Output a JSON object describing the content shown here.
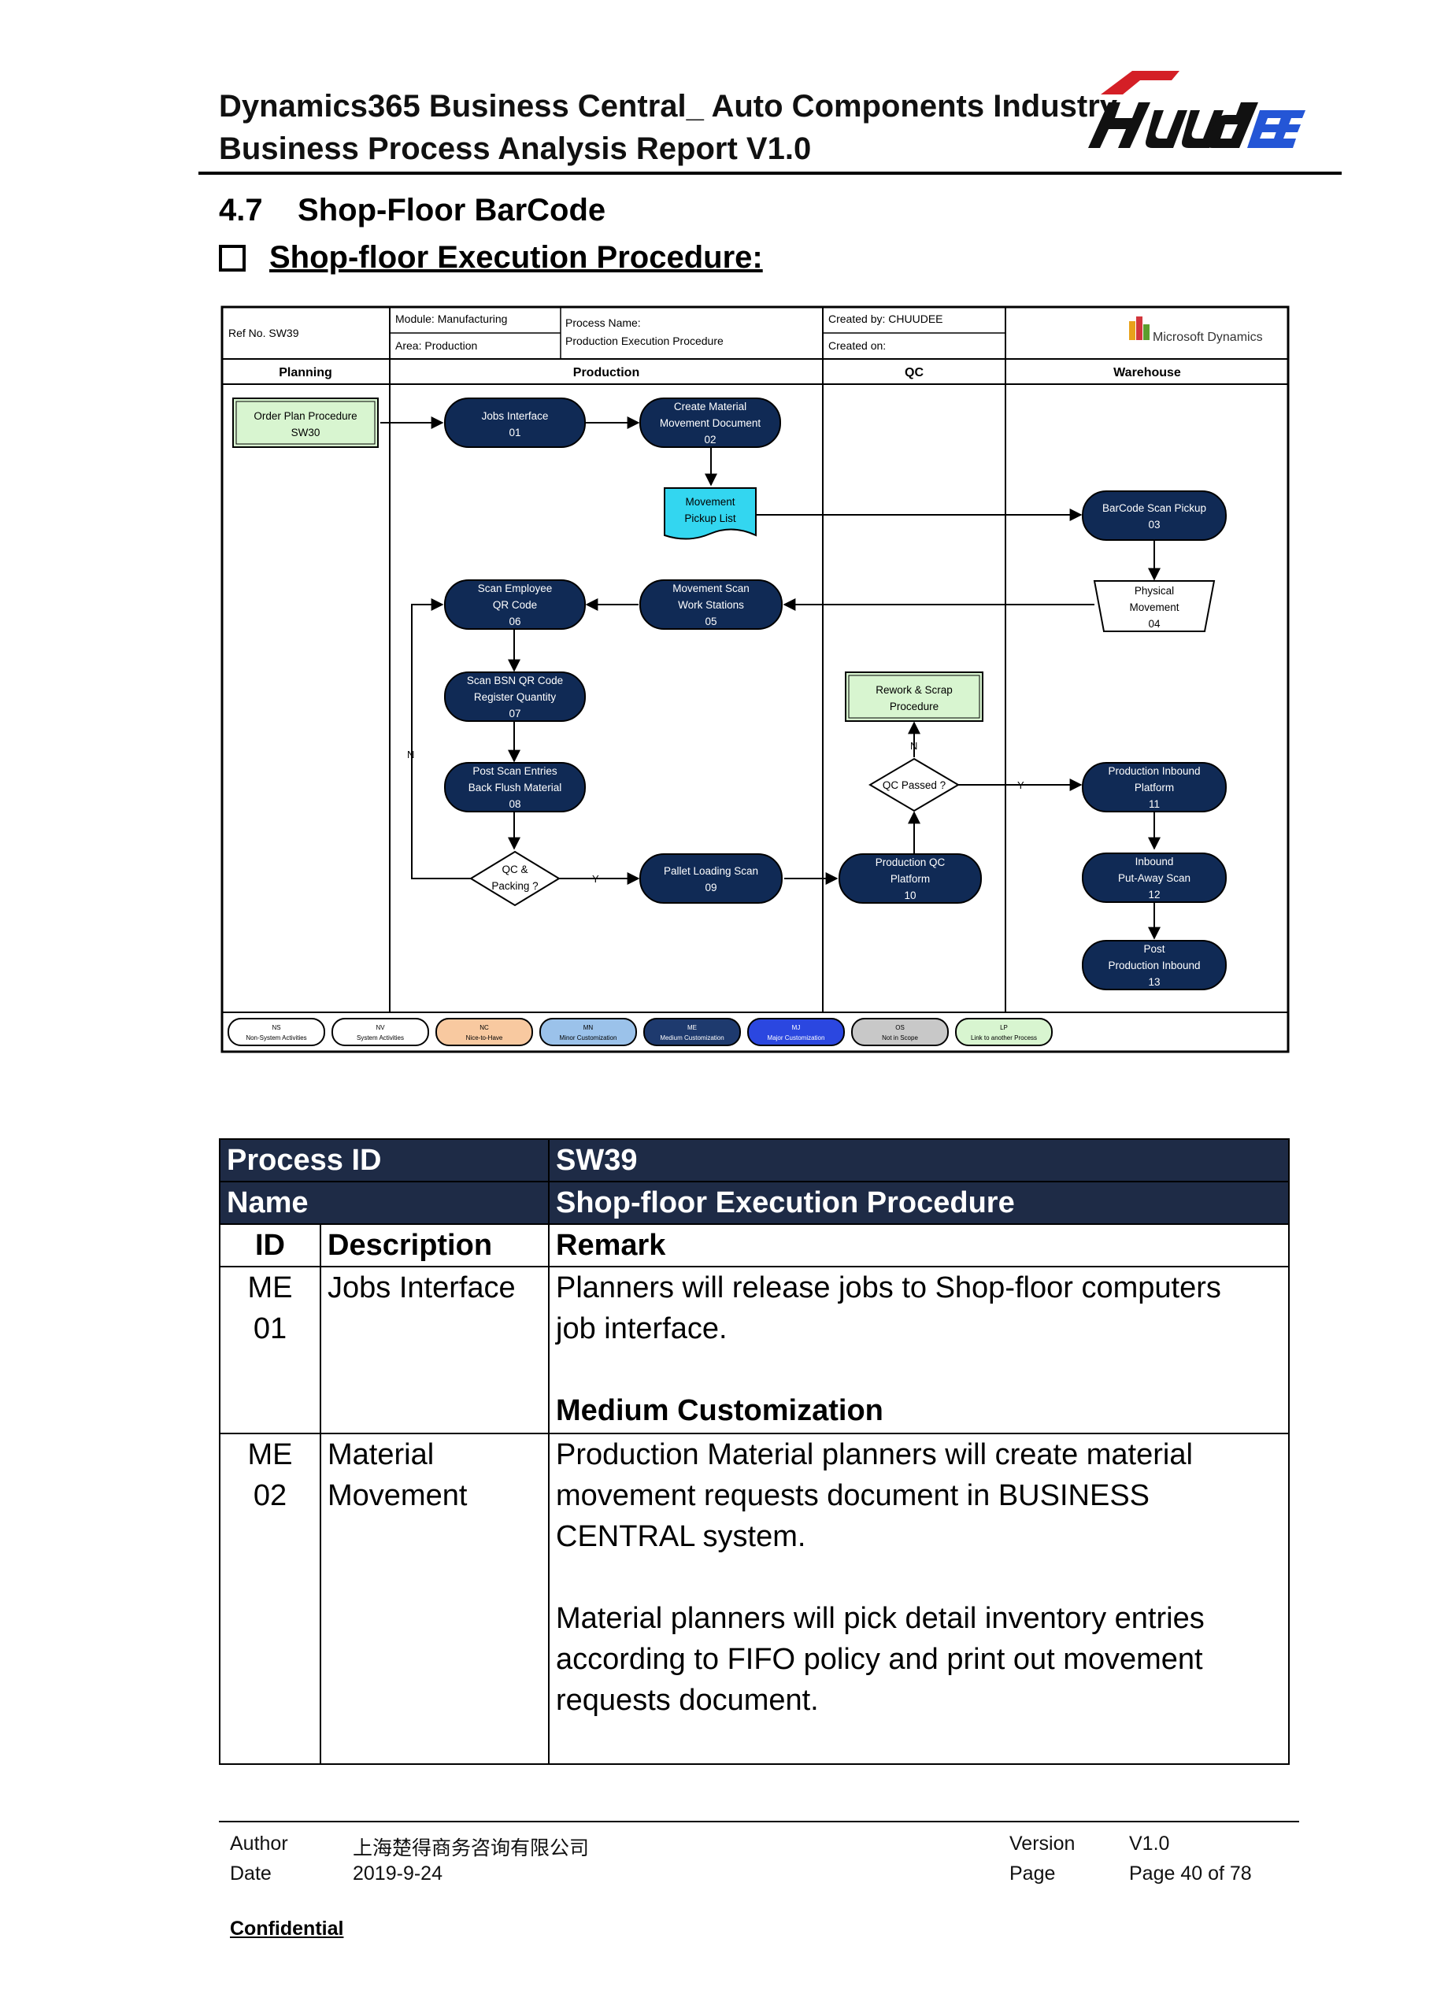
{
  "header": {
    "title_line1": "Dynamics365 Business Central_ Auto Components Industry",
    "title_line2": "Business Process Analysis Report V1.0"
  },
  "section": {
    "number_title": "4.7    Shop-Floor BarCode",
    "subtitle": "Shop-floor Execution Procedure:"
  },
  "diagram": {
    "ref_no": "Ref No.  SW39",
    "module": "Module: Manufacturing",
    "area": "Area:  Production",
    "process_name_label": "Process Name:",
    "process_name": "Production Execution Procedure",
    "created_by": "Created by: CHUUDEE",
    "created_on": "Created on:",
    "ms_logo": "Microsoft Dynamics",
    "lanes": [
      "Planning",
      "Production",
      "QC",
      "Warehouse"
    ],
    "nodes": {
      "order_plan": [
        "Order Plan Procedure",
        "SW30"
      ],
      "jobs": [
        "Jobs Interface",
        "01"
      ],
      "create_mat": [
        "Create Material",
        "Movement Document",
        "02"
      ],
      "pickup_list": [
        "Movement",
        "Pickup List"
      ],
      "barcode_pickup": [
        "BarCode Scan Pickup",
        "03"
      ],
      "physical": [
        "Physical",
        "Movement",
        "04"
      ],
      "movement_scan": [
        "Movement Scan",
        "Work Stations",
        "05"
      ],
      "scan_employee": [
        "Scan Employee",
        "QR Code",
        "06"
      ],
      "scan_bsn": [
        "Scan BSN QR Code",
        "Register Quantity",
        "07"
      ],
      "post_scan": [
        "Post Scan Entries",
        "Back Flush Material",
        "08"
      ],
      "qc_packing": [
        "QC &",
        "Packing ?"
      ],
      "pallet": [
        "Pallet Loading Scan",
        "09"
      ],
      "prod_qc": [
        "Production QC",
        "Platform",
        "10"
      ],
      "qc_passed": [
        "QC Passed ?"
      ],
      "rework": [
        "Rework & Scrap",
        "Procedure"
      ],
      "prod_inbound": [
        "Production Inbound",
        "Platform",
        "11"
      ],
      "inbound_putaway": [
        "Inbound",
        "Put-Away Scan",
        "12"
      ],
      "post_inbound": [
        "Post",
        "Production Inbound",
        "13"
      ]
    },
    "edge_labels": {
      "n1": "N",
      "y1": "Y",
      "n2": "N",
      "y2": "Y"
    },
    "legend": [
      {
        "code": "NS",
        "label": "Non-System Activities",
        "fill": "#ffffff"
      },
      {
        "code": "NV",
        "label": "System Activities",
        "fill": "#ffffff"
      },
      {
        "code": "NC",
        "label": "Nice-to-Have",
        "fill": "#f8c9a0"
      },
      {
        "code": "MN",
        "label": "Minor Customization",
        "fill": "#9bc2ea"
      },
      {
        "code": "ME",
        "label": "Medium Customization",
        "fill": "#1e3a6e"
      },
      {
        "code": "MJ",
        "label": "Major Customization",
        "fill": "#2b47e0"
      },
      {
        "code": "OS",
        "label": "Not in Scope",
        "fill": "#c8c8c8"
      },
      {
        "code": "LP",
        "label": "Link to another Process",
        "fill": "#d8f5d0"
      }
    ]
  },
  "table": {
    "process_id_label": "Process ID",
    "process_id": "SW39",
    "name_label": "Name",
    "name": "Shop-floor Execution Procedure",
    "col_id": "ID",
    "col_desc": "Description",
    "col_remark": "Remark",
    "rows": [
      {
        "id1": "ME",
        "id2": "01",
        "desc1": "Jobs Interface",
        "desc2": "",
        "remark_lines": [
          "Planners will release jobs to Shop-floor computers",
          "job interface.",
          "",
          "Medium Customization"
        ]
      },
      {
        "id1": "ME",
        "id2": "02",
        "desc1": "Material",
        "desc2": "Movement",
        "remark_lines": [
          "Production Material planners will create material",
          "movement requests document in BUSINESS",
          "CENTRAL system.",
          "",
          "Material planners will pick detail inventory entries",
          "according to FIFO policy and print out movement",
          "requests document."
        ]
      }
    ]
  },
  "footer": {
    "author_label": "Author",
    "author": "上海楚得商务咨询有限公司",
    "date_label": "Date",
    "date": "2019-9-24",
    "version_label": "Version",
    "version": "V1.0",
    "page_label": "Page",
    "page": "Page 40 of 78",
    "confidential": "Confidential"
  },
  "colors": {
    "node_fill": "#102a55",
    "node_text": "#ffffff",
    "link_fill": "#d8f5d0",
    "doc_fill": "#33d6f0",
    "table_header": "#1e2b46"
  }
}
